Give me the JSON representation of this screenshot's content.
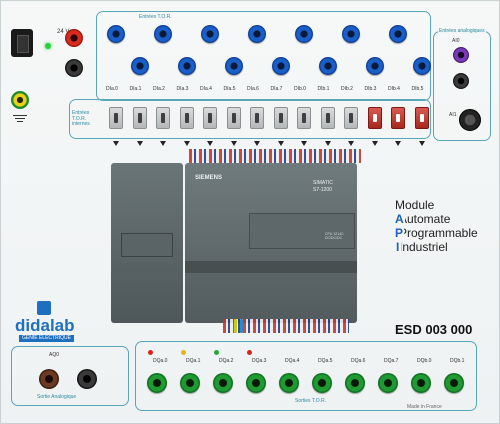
{
  "power": {
    "voltage_label": "24 V"
  },
  "inputs": {
    "frame_label": "Entrées T.O.R.",
    "labels": [
      "DIa.0",
      "DIa.1",
      "DIa.2",
      "DIa.3",
      "DIa.4",
      "DIa.5",
      "DIa.6",
      "DIa.7",
      "DIb.0",
      "DIb.1",
      "DIb.2",
      "DIb.3",
      "DIb.4",
      "DIb.5"
    ]
  },
  "analog_inputs": {
    "frame_label": "Entrées analogiques",
    "ai0": "AI0",
    "ai1": "AI1"
  },
  "internal_inputs_label": "Entrées T.O.R. internes",
  "plc": {
    "brand": "SIEMENS",
    "model_line1": "SIMATIC",
    "model_line2": "S7-1200",
    "cpu": "CPU 1214C DC/DC/DC"
  },
  "title": {
    "line1": "Module",
    "line2": "Automate",
    "line3": "Programmable",
    "line4": "Industriel"
  },
  "brand": {
    "name": "didalab",
    "tagline": "GENIE ELECTRIQUE"
  },
  "reference": "ESD 003 000",
  "analog_output": {
    "label": "AQ0",
    "frame_label": "Sortie Analogique"
  },
  "outputs": {
    "frame_label": "Sorties T.O.R.",
    "labels": [
      "DQa.0",
      "DQa.1",
      "DQa.2",
      "DQa.3",
      "DQa.4",
      "DQa.5",
      "DQa.6",
      "DQa.7",
      "DQb.0",
      "DQb.1"
    ],
    "led_colors": [
      "#d8231a",
      "#e8b21a",
      "#2aa63a",
      "#d8231a"
    ]
  },
  "made_in": "Made in France",
  "colors": {
    "frame": "#5aa6b6",
    "accent_blue": "#1f5fbf",
    "input_jack": "#1a5fc8",
    "output_jack": "#1f9a32"
  }
}
